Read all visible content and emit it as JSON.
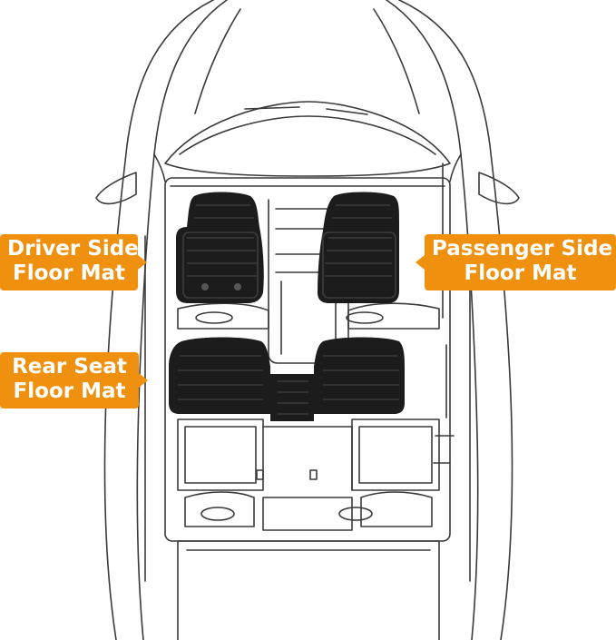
{
  "callouts": {
    "driver": {
      "line1": "Driver Side",
      "line2": "Floor Mat"
    },
    "passenger": {
      "line1": "Passenger Side",
      "line2": "Floor Mat"
    },
    "rear": {
      "line1": "Rear Seat",
      "line2": "Floor Mat"
    }
  },
  "colors": {
    "accent": "#f0900f",
    "outline": "#3a3a3a",
    "mat": "#1c1c1c",
    "mat_ridge": "#3d3d3d",
    "background": "#ffffff"
  },
  "icons": [
    "car-top-view-illustration",
    "floor-mat-icon"
  ]
}
